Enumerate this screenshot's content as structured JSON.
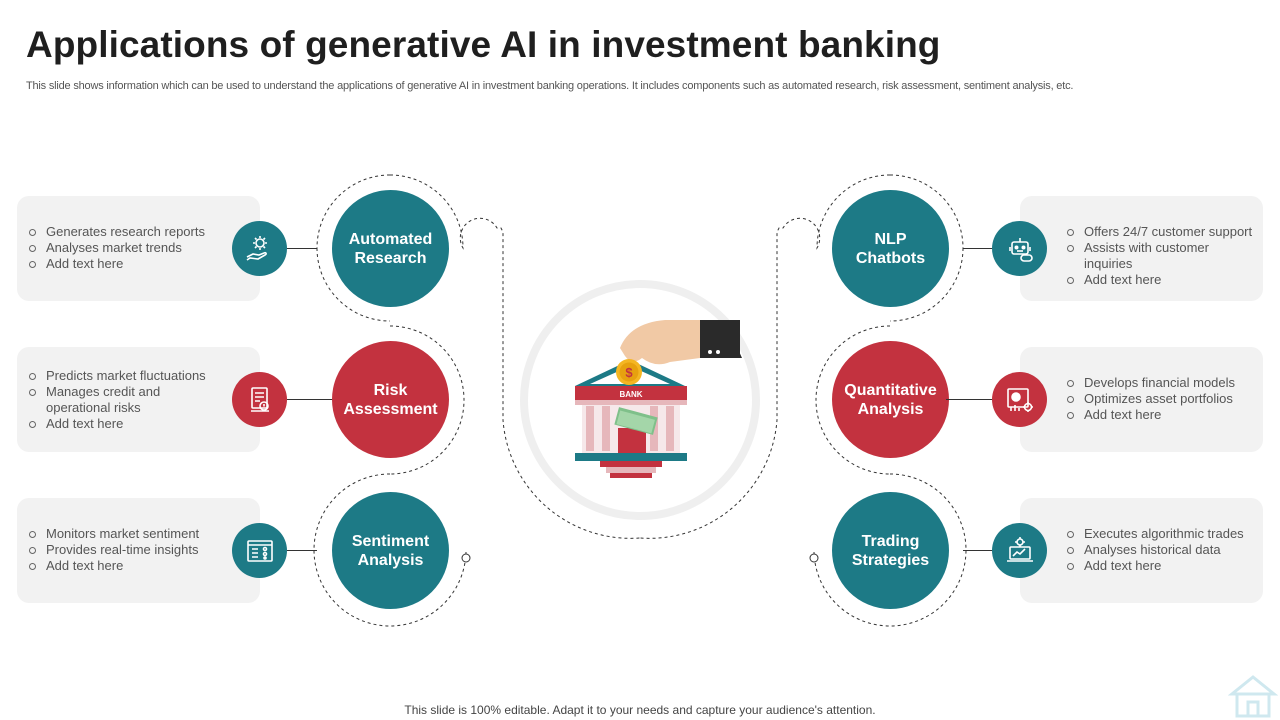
{
  "title": "Applications of generative AI in investment banking",
  "subtitle": "This slide shows information which can be used to understand the applications of generative AI in investment banking operations. It includes components such as automated research, risk assessment, sentiment analysis, etc.",
  "footer": "This slide is 100% editable. Adapt it to your needs and capture your audience's attention.",
  "colors": {
    "teal": "#1d7a86",
    "red": "#c3323f",
    "box": "#f2f2f2"
  },
  "center": {
    "bank_label": "BANK",
    "coin_symbol": "$"
  },
  "items": [
    {
      "label": "Automated\nResearch",
      "icon": "research-icon",
      "bullets": [
        "Generates research reports",
        "Analyses market trends",
        "Add text here"
      ]
    },
    {
      "label": "Risk\nAssessment",
      "icon": "risk-document-icon",
      "bullets": [
        "Predicts market fluctuations",
        "Manages credit and operational risks",
        "Add text here"
      ]
    },
    {
      "label": "Sentiment\nAnalysis",
      "icon": "dashboard-icon",
      "bullets": [
        "Monitors market sentiment",
        "Provides real-time insights",
        "Add text here"
      ]
    },
    {
      "label": "NLP\nChatbots",
      "icon": "robot-icon",
      "bullets": [
        "Offers 24/7 customer support",
        "Assists with customer inquiries",
        "Add text here"
      ]
    },
    {
      "label": "Quantitative\nAnalysis",
      "icon": "chart-gear-icon",
      "bullets": [
        "Develops financial models",
        "Optimizes asset portfolios",
        "Add text here"
      ]
    },
    {
      "label": "Trading\nStrategies",
      "icon": "laptop-gear-icon",
      "bullets": [
        "Executes algorithmic trades",
        "Analyses historical data",
        "Add text here"
      ]
    }
  ]
}
